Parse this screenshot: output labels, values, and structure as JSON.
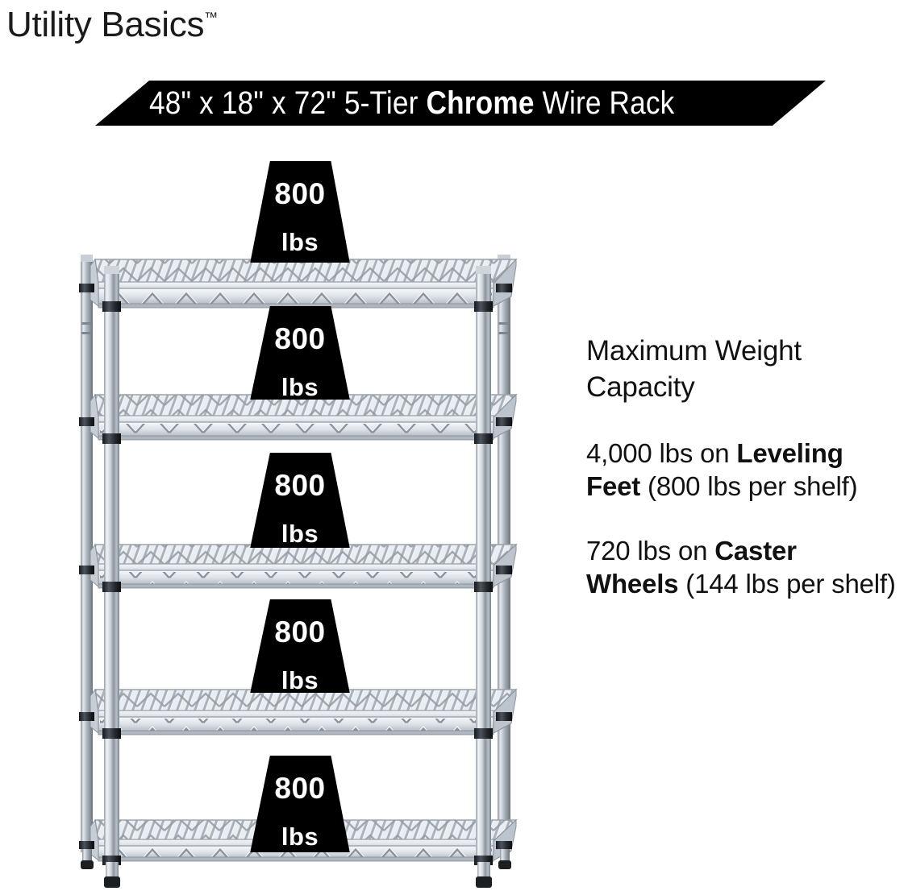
{
  "brand": {
    "name": "Utility Basics",
    "trademark": "™"
  },
  "banner": {
    "dimensions": "48\" x 18\" x 72\"",
    "tier": "5-Tier",
    "material": "Chrome",
    "product": "Wire Rack",
    "full_text": "48\" x 18\" x 72\" 5-Tier Chrome Wire Rack",
    "background": "#000000",
    "text_color": "#ffffff"
  },
  "badges": [
    {
      "value": "800",
      "unit": "lbs"
    },
    {
      "value": "800",
      "unit": "lbs"
    },
    {
      "value": "800",
      "unit": "lbs"
    },
    {
      "value": "800",
      "unit": "lbs"
    },
    {
      "value": "800",
      "unit": "lbs"
    }
  ],
  "specs": {
    "heading": "Maximum Weight Capacity",
    "leveling": {
      "total": "4,000 lbs on ",
      "bold": "Leveling Feet",
      "per_shelf": " (800 lbs per shelf)"
    },
    "caster": {
      "total": "720 lbs on ",
      "bold": "Caster Wheels",
      "per_shelf": " (144 lbs per shelf)"
    }
  },
  "product_image": {
    "description": "5-tier chrome wire shelving rack, front three-quarter view",
    "shelf_count": 5,
    "chrome_light": "#eef1f5",
    "chrome_mid": "#b9c0c9",
    "chrome_dark": "#6f7780",
    "collar_color": "#2b2f33"
  }
}
